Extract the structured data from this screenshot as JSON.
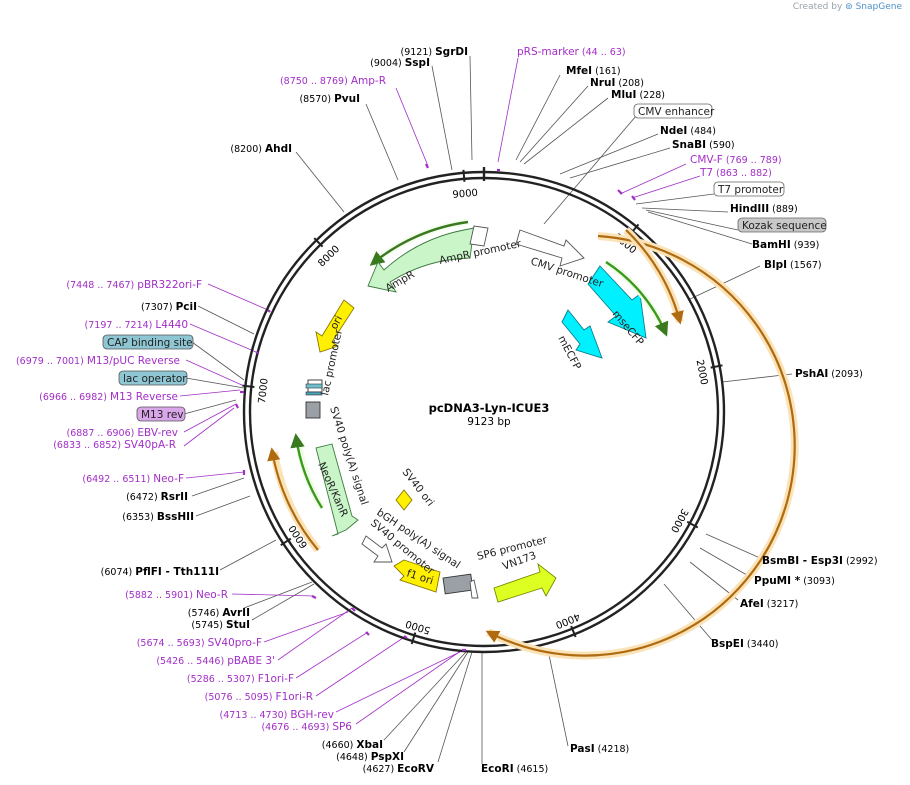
{
  "credit": {
    "prefix": "Created by",
    "brand": "SnapGene"
  },
  "plasmid": {
    "name": "pcDNA3-Lyn-ICUE3",
    "size_label": "9123 bp",
    "length": 9123
  },
  "ticks": [
    "1000",
    "2000",
    "3000",
    "4000",
    "5000",
    "6000",
    "7000",
    "8000",
    "9000"
  ],
  "enzymes": [
    {
      "name": "SgrDI",
      "pos": "(9121)",
      "side": "left"
    },
    {
      "name": "SspI",
      "pos": "(9004)",
      "side": "left"
    },
    {
      "name": "PvuI",
      "pos": "(8570)",
      "side": "left"
    },
    {
      "name": "AhdI",
      "pos": "(8200)",
      "side": "left"
    },
    {
      "name": "MfeI",
      "pos": "(161)",
      "side": "right"
    },
    {
      "name": "NruI",
      "pos": "(208)",
      "side": "right"
    },
    {
      "name": "MluI",
      "pos": "(228)",
      "side": "right"
    },
    {
      "name": "NdeI",
      "pos": "(484)",
      "side": "right"
    },
    {
      "name": "SnaBI",
      "pos": "(590)",
      "side": "right"
    },
    {
      "name": "HindIII",
      "pos": "(889)",
      "side": "right"
    },
    {
      "name": "BamHI",
      "pos": "(939)",
      "side": "right"
    },
    {
      "name": "BlpI",
      "pos": "(1567)",
      "side": "right"
    },
    {
      "name": "PshAI",
      "pos": "(2093)",
      "side": "right"
    },
    {
      "name": "BsmBI  -  Esp3I",
      "pos": "(2992)",
      "side": "right"
    },
    {
      "name": "PpuMI *",
      "pos": "(3093)",
      "side": "right"
    },
    {
      "name": "AfeI",
      "pos": "(3217)",
      "side": "right"
    },
    {
      "name": "BspEI",
      "pos": "(3440)",
      "side": "right"
    },
    {
      "name": "PasI",
      "pos": "(4218)",
      "side": "right"
    },
    {
      "name": "EcoRI",
      "pos": "(4615)",
      "side": "right"
    },
    {
      "name": "EcoRV",
      "pos": "(4627)",
      "side": "left"
    },
    {
      "name": "PspXI",
      "pos": "(4648)",
      "side": "left"
    },
    {
      "name": "XbaI",
      "pos": "(4660)",
      "side": "left"
    },
    {
      "name": "StuI",
      "pos": "(5745)",
      "side": "left"
    },
    {
      "name": "AvrII",
      "pos": "(5746)",
      "side": "left"
    },
    {
      "name": "PflFI  -  Tth111I",
      "pos": "(6074)",
      "side": "left"
    },
    {
      "name": "BssHII",
      "pos": "(6353)",
      "side": "left"
    },
    {
      "name": "RsrII",
      "pos": "(6472)",
      "side": "left"
    },
    {
      "name": "PciI",
      "pos": "(7307)",
      "side": "left"
    }
  ],
  "primers": [
    {
      "name": "pRS-marker",
      "range": "(44 .. 63)",
      "side": "right"
    },
    {
      "name": "Amp-R",
      "range": "(8750 .. 8769)",
      "side": "left"
    },
    {
      "name": "CMV-F",
      "range": "(769 .. 789)",
      "side": "right"
    },
    {
      "name": "T7",
      "range": "(863 .. 882)",
      "side": "right"
    },
    {
      "name": "pBR322ori-F",
      "range": "(7448 .. 7467)",
      "side": "left"
    },
    {
      "name": "L4440",
      "range": "(7197 .. 7214)",
      "side": "left"
    },
    {
      "name": "M13/pUC Reverse",
      "range": "(6979 .. 7001)",
      "side": "left"
    },
    {
      "name": "M13 Reverse",
      "range": "(6966 .. 6982)",
      "side": "left"
    },
    {
      "name": "EBV-rev",
      "range": "(6887 .. 6906)",
      "side": "left"
    },
    {
      "name": "SV40pA-R",
      "range": "(6833 .. 6852)",
      "side": "left"
    },
    {
      "name": "Neo-F",
      "range": "(6492 .. 6511)",
      "side": "left"
    },
    {
      "name": "Neo-R",
      "range": "(5882 .. 5901)",
      "side": "left"
    },
    {
      "name": "SV40pro-F",
      "range": "(5674 .. 5693)",
      "side": "left"
    },
    {
      "name": "pBABE 3'",
      "range": "(5426 .. 5446)",
      "side": "left"
    },
    {
      "name": "F1ori-F",
      "range": "(5286 .. 5307)",
      "side": "left"
    },
    {
      "name": "F1ori-R",
      "range": "(5076 .. 5095)",
      "side": "left"
    },
    {
      "name": "BGH-rev",
      "range": "(4713 .. 4730)",
      "side": "left"
    },
    {
      "name": "SP6",
      "range": "(4676 .. 4693)",
      "side": "left"
    }
  ],
  "boxed_labels": [
    {
      "text": "CMV enhancer",
      "fill": "#ffffff"
    },
    {
      "text": "T7 promoter",
      "fill": "#ffffff"
    },
    {
      "text": "Kozak sequence",
      "fill": "#c8c8c8"
    },
    {
      "text": "CAP binding site",
      "fill": "#8ec6d4"
    },
    {
      "text": "lac operator",
      "fill": "#8ec6d4"
    },
    {
      "text": "M13 rev",
      "fill": "#d9a6ea"
    }
  ],
  "features": [
    {
      "label": "AmpR promoter"
    },
    {
      "label": "AmpR"
    },
    {
      "label": "CMV promoter"
    },
    {
      "label": "ori"
    },
    {
      "label": "lac promoter"
    },
    {
      "label": "mseCFP"
    },
    {
      "label": "mECFP"
    },
    {
      "label": "SV40 poly(A) signal"
    },
    {
      "label": "NeoR/KanR"
    },
    {
      "label": "SV40 ori"
    },
    {
      "label": "bGH poly(A) signal"
    },
    {
      "label": "SV40 promoter"
    },
    {
      "label": "f1 ori"
    },
    {
      "label": "SP6 promoter"
    },
    {
      "label": "VN173"
    }
  ],
  "colors": {
    "backbone": "#222222",
    "primer": "#a22ec7",
    "ampr": "#c9f5c9",
    "ampr_stroke": "#3c9a3c",
    "ori": "#ffef00",
    "cfp": "#00f0ff",
    "orf_orange": "#f6a623",
    "orf_green": "#3a9a1e",
    "promoter": "#ffffff",
    "neo": "#c9f5c9",
    "vn173": "#ddff22",
    "sv40": "#9aa0a6"
  }
}
